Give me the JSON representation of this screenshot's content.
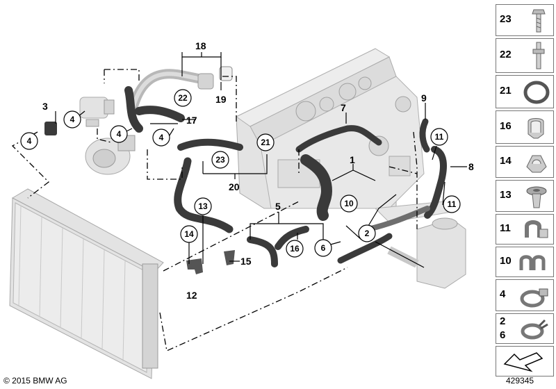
{
  "diagram": {
    "labels": {
      "p1": "1",
      "p2": "2",
      "p3": "3",
      "p4a": "4",
      "p4b": "4",
      "p4c": "4",
      "p4d": "4",
      "p5": "5",
      "p6": "6",
      "p7": "7",
      "p8": "8",
      "p9": "9",
      "p10": "10",
      "p11a": "11",
      "p11b": "11",
      "p12": "12",
      "p13": "13",
      "p14": "14",
      "p15": "15",
      "p16": "16",
      "p17": "17",
      "p18": "18",
      "p19": "19",
      "p20": "20",
      "p21": "21",
      "p22": "22",
      "p23": "23"
    }
  },
  "legend": [
    {
      "num": "23",
      "icon": "bolt-icon"
    },
    {
      "num": "22",
      "icon": "stud-bolt-icon"
    },
    {
      "num": "21",
      "icon": "sealing-ring-icon"
    },
    {
      "num": "16",
      "icon": "hose-clip-icon"
    },
    {
      "num": "14",
      "icon": "holder-clip-icon"
    },
    {
      "num": "13",
      "icon": "expanding-rivet-icon"
    },
    {
      "num": "11",
      "icon": "clip-icon"
    },
    {
      "num": "10",
      "icon": "double-clip-icon"
    },
    {
      "num": "4",
      "icon": "hose-clamp-icon"
    },
    {
      "num": "2",
      "num2": "6",
      "icon": "spring-clamp-icon"
    },
    {
      "num": "",
      "icon": "arrow-icon"
    }
  ],
  "footer": {
    "copyright": "© 2015 BMW AG",
    "doc_number": "429345"
  }
}
